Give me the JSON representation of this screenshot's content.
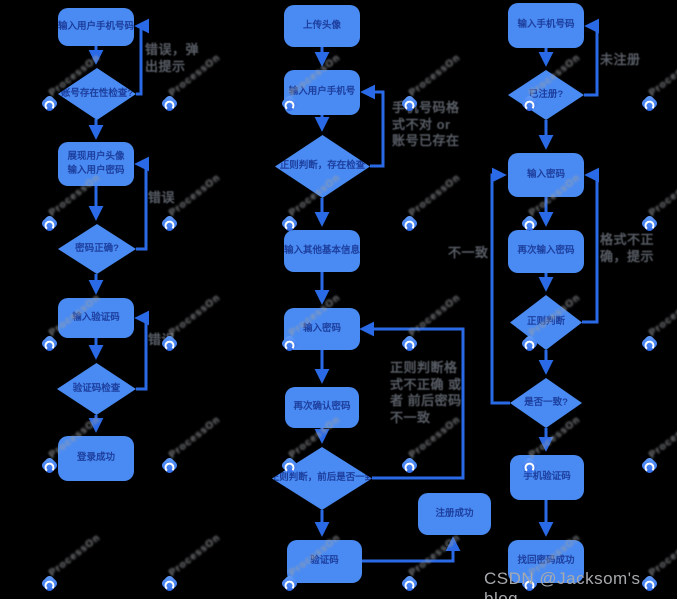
{
  "watermark": {
    "brand": "ProcessOn"
  },
  "caption": "CSDN @Jacksom's blog",
  "colors": {
    "background": "#000000",
    "node_fill": "#4a8bf3",
    "node_text": "#1d3f9e",
    "connector": "#2b6ae6",
    "edge_label_text": "#575c64",
    "watermark_logo": "#3b7cf0"
  },
  "login": {
    "input_phone": "输入用户手机号码",
    "check_account": "账号存在性检查?",
    "show_avatar_input_pwd": "展现用户头像\n输入用户密码",
    "pwd_correct": "密码正确?",
    "input_captcha": "输入验证码",
    "captcha_check": "验证码检查",
    "success": "登录成功",
    "label_error_popup": "错误，弹出提示",
    "label_error_pwd": "错误",
    "label_error_captcha": "错误"
  },
  "register": {
    "upload_avatar": "上传头像",
    "input_phone": "输入用户手机号",
    "regex_exist_check": "正则判断，存在检查",
    "input_info": "输入其他基本信息",
    "input_pwd": "输入密码",
    "confirm_pwd": "再次确认密码",
    "regex_match_check": "正则判断，前后是否一致",
    "captcha": "验证码",
    "success": "注册成功",
    "label_phone_error": "手机号码格式不对 or 账号已存在",
    "label_pwd_error": "正则判断格式不正确 或者 前后密码不一致"
  },
  "recover": {
    "input_phone": "输入手机号码",
    "registered": "已注册?",
    "input_pwd": "输入密码",
    "input_pwd_again": "再次输入密码",
    "regex_check": "正则判断",
    "match_check": "是否一致?",
    "sms_code": "手机验证码",
    "success": "找回密码成功",
    "label_not_registered": "未注册",
    "label_format_error": "格式不正确，提示",
    "label_mismatch": "不一致"
  }
}
